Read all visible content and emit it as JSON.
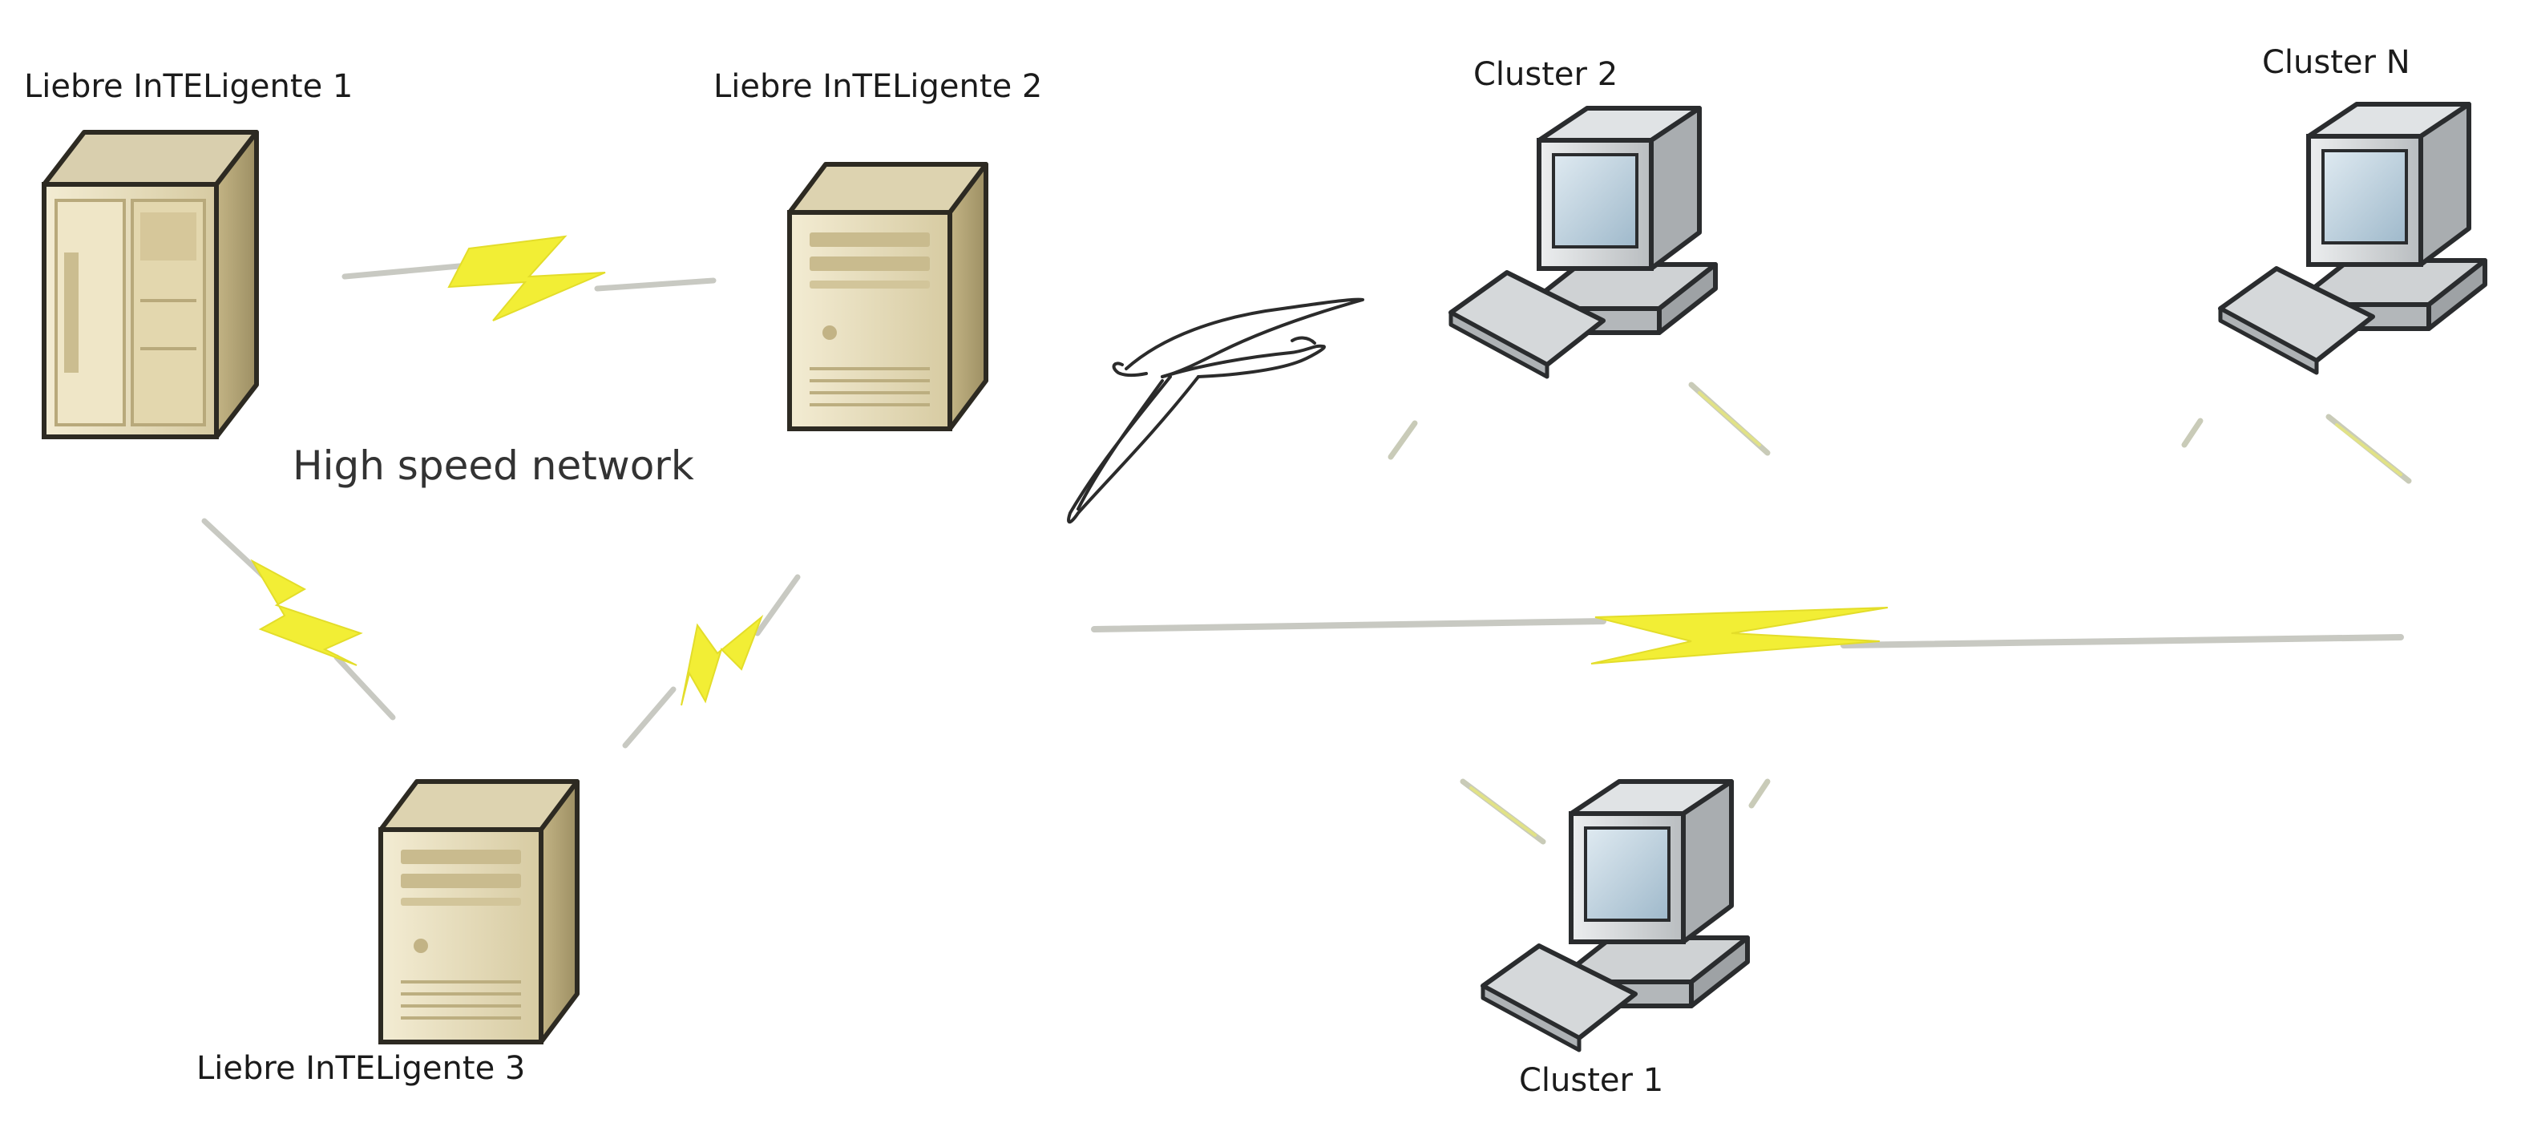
{
  "colors": {
    "background": "#ffffff",
    "server_front": "#e6dcbc",
    "server_side": "#b4a678",
    "server_outline": "#2d2a22",
    "monitor_screen": "#bcd3e2",
    "monitor_body": "#d8dbdd",
    "bolt_fill": "#f2ee35",
    "bolt_line": "#c8c9c2"
  },
  "servers": [
    {
      "id": "s1",
      "label": "Liebre InTELigente 1",
      "icon": "server-rack-icon"
    },
    {
      "id": "s2",
      "label": "Liebre InTELigente 2",
      "icon": "server-tower-icon"
    },
    {
      "id": "s3",
      "label": "Liebre InTELigente 3",
      "icon": "server-tower-icon"
    }
  ],
  "network_label": "High speed network",
  "clusters": [
    {
      "id": "c2",
      "label": "Cluster 2",
      "icon": "computer-icon"
    },
    {
      "id": "cn",
      "label": "Cluster N",
      "icon": "computer-icon"
    },
    {
      "id": "c1",
      "label": "Cluster 1",
      "icon": "computer-icon"
    }
  ],
  "links": [
    {
      "id": "s1-s2",
      "kind": "wireless-bolt"
    },
    {
      "id": "s1-s3",
      "kind": "wireless-bolt"
    },
    {
      "id": "s2-s3",
      "kind": "wireless-bolt"
    },
    {
      "id": "cluster-backbone",
      "kind": "wireless-bolt"
    }
  ],
  "decoration": {
    "bird_icon": "albatross-icon"
  }
}
